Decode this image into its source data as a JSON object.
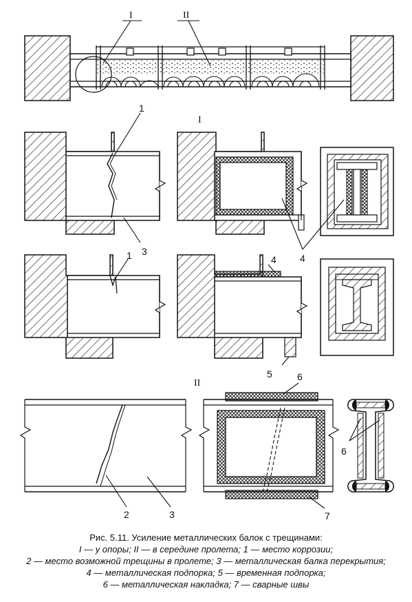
{
  "labels": {
    "section_I": "I",
    "section_II": "II",
    "n1": "1",
    "n2": "2",
    "n3": "3",
    "n4": "4",
    "n5": "5",
    "n6": "6",
    "n7": "7"
  },
  "caption": {
    "line1": "Рис. 5.11. Усиление металлических балок с трещинами:",
    "line2": "I — у опоры; II — в середине пролета; 1 — место коррозии;",
    "line3": "2 — место возможной трещины в пролете; 3 — металлическая балка перекрытия;",
    "line4": "4 — металлическая подпорка; 5 — временная подпорка;",
    "line5": "6 — металлическая накладка; 7 — сварные швы"
  }
}
